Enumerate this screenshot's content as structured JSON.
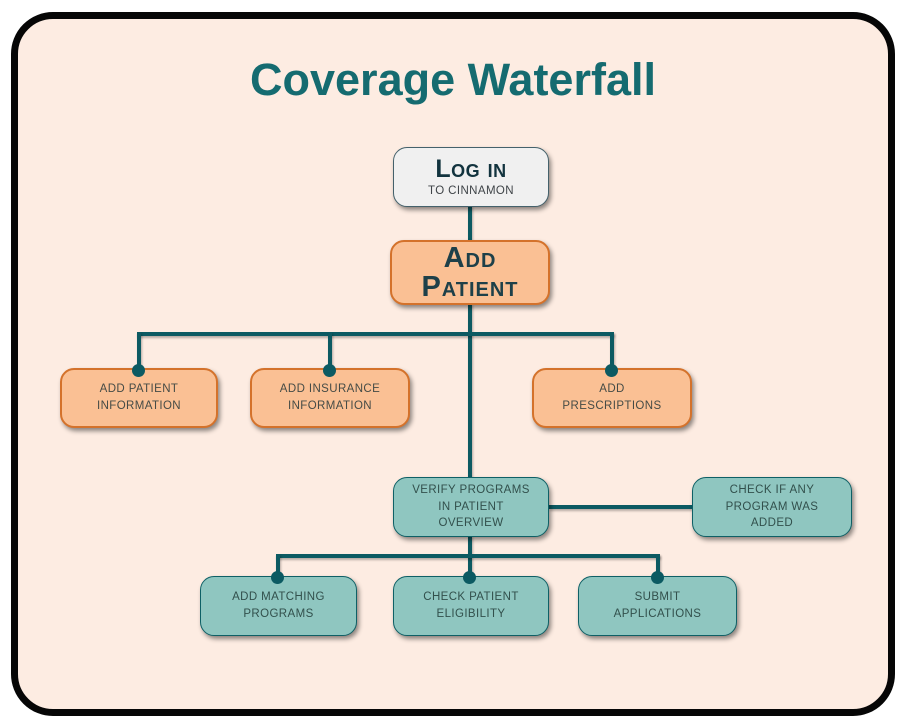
{
  "title": "Coverage Waterfall",
  "colors": {
    "page_background": "#FFFFFF",
    "card_background": "#FDECE2",
    "card_border": "#060606",
    "title_text": "#156B70",
    "connector": "#0C5A62",
    "orange_fill": "#FAC094",
    "orange_border": "#D4722B",
    "neutral_fill": "#F0F0F0",
    "neutral_border": "#44616B",
    "teal_fill": "#8FC6C0",
    "teal_border": "#0E6066"
  },
  "nodes": {
    "login": {
      "title": "Log in",
      "subtitle": "TO CINNAMON"
    },
    "add_patient": {
      "label": "Add Patient"
    },
    "add_patient_info": {
      "label": "ADD PATIENT\nINFORMATION"
    },
    "add_insurance_info": {
      "label": "ADD INSURANCE\nINFORMATION"
    },
    "add_prescriptions": {
      "label": "ADD\nPRESCRIPTIONS"
    },
    "verify_programs": {
      "label": "VERIFY PROGRAMS\nIN PATIENT\nOVERVIEW"
    },
    "check_program_added": {
      "label": "CHECK IF ANY\nPROGRAM WAS\nADDED"
    },
    "add_matching_programs": {
      "label": "ADD MATCHING\nPROGRAMS"
    },
    "check_patient_eligibility": {
      "label": "CHECK PATIENT\nELIGIBILITY"
    },
    "submit_applications": {
      "label": "SUBMIT\nAPPLICATIONS"
    }
  }
}
